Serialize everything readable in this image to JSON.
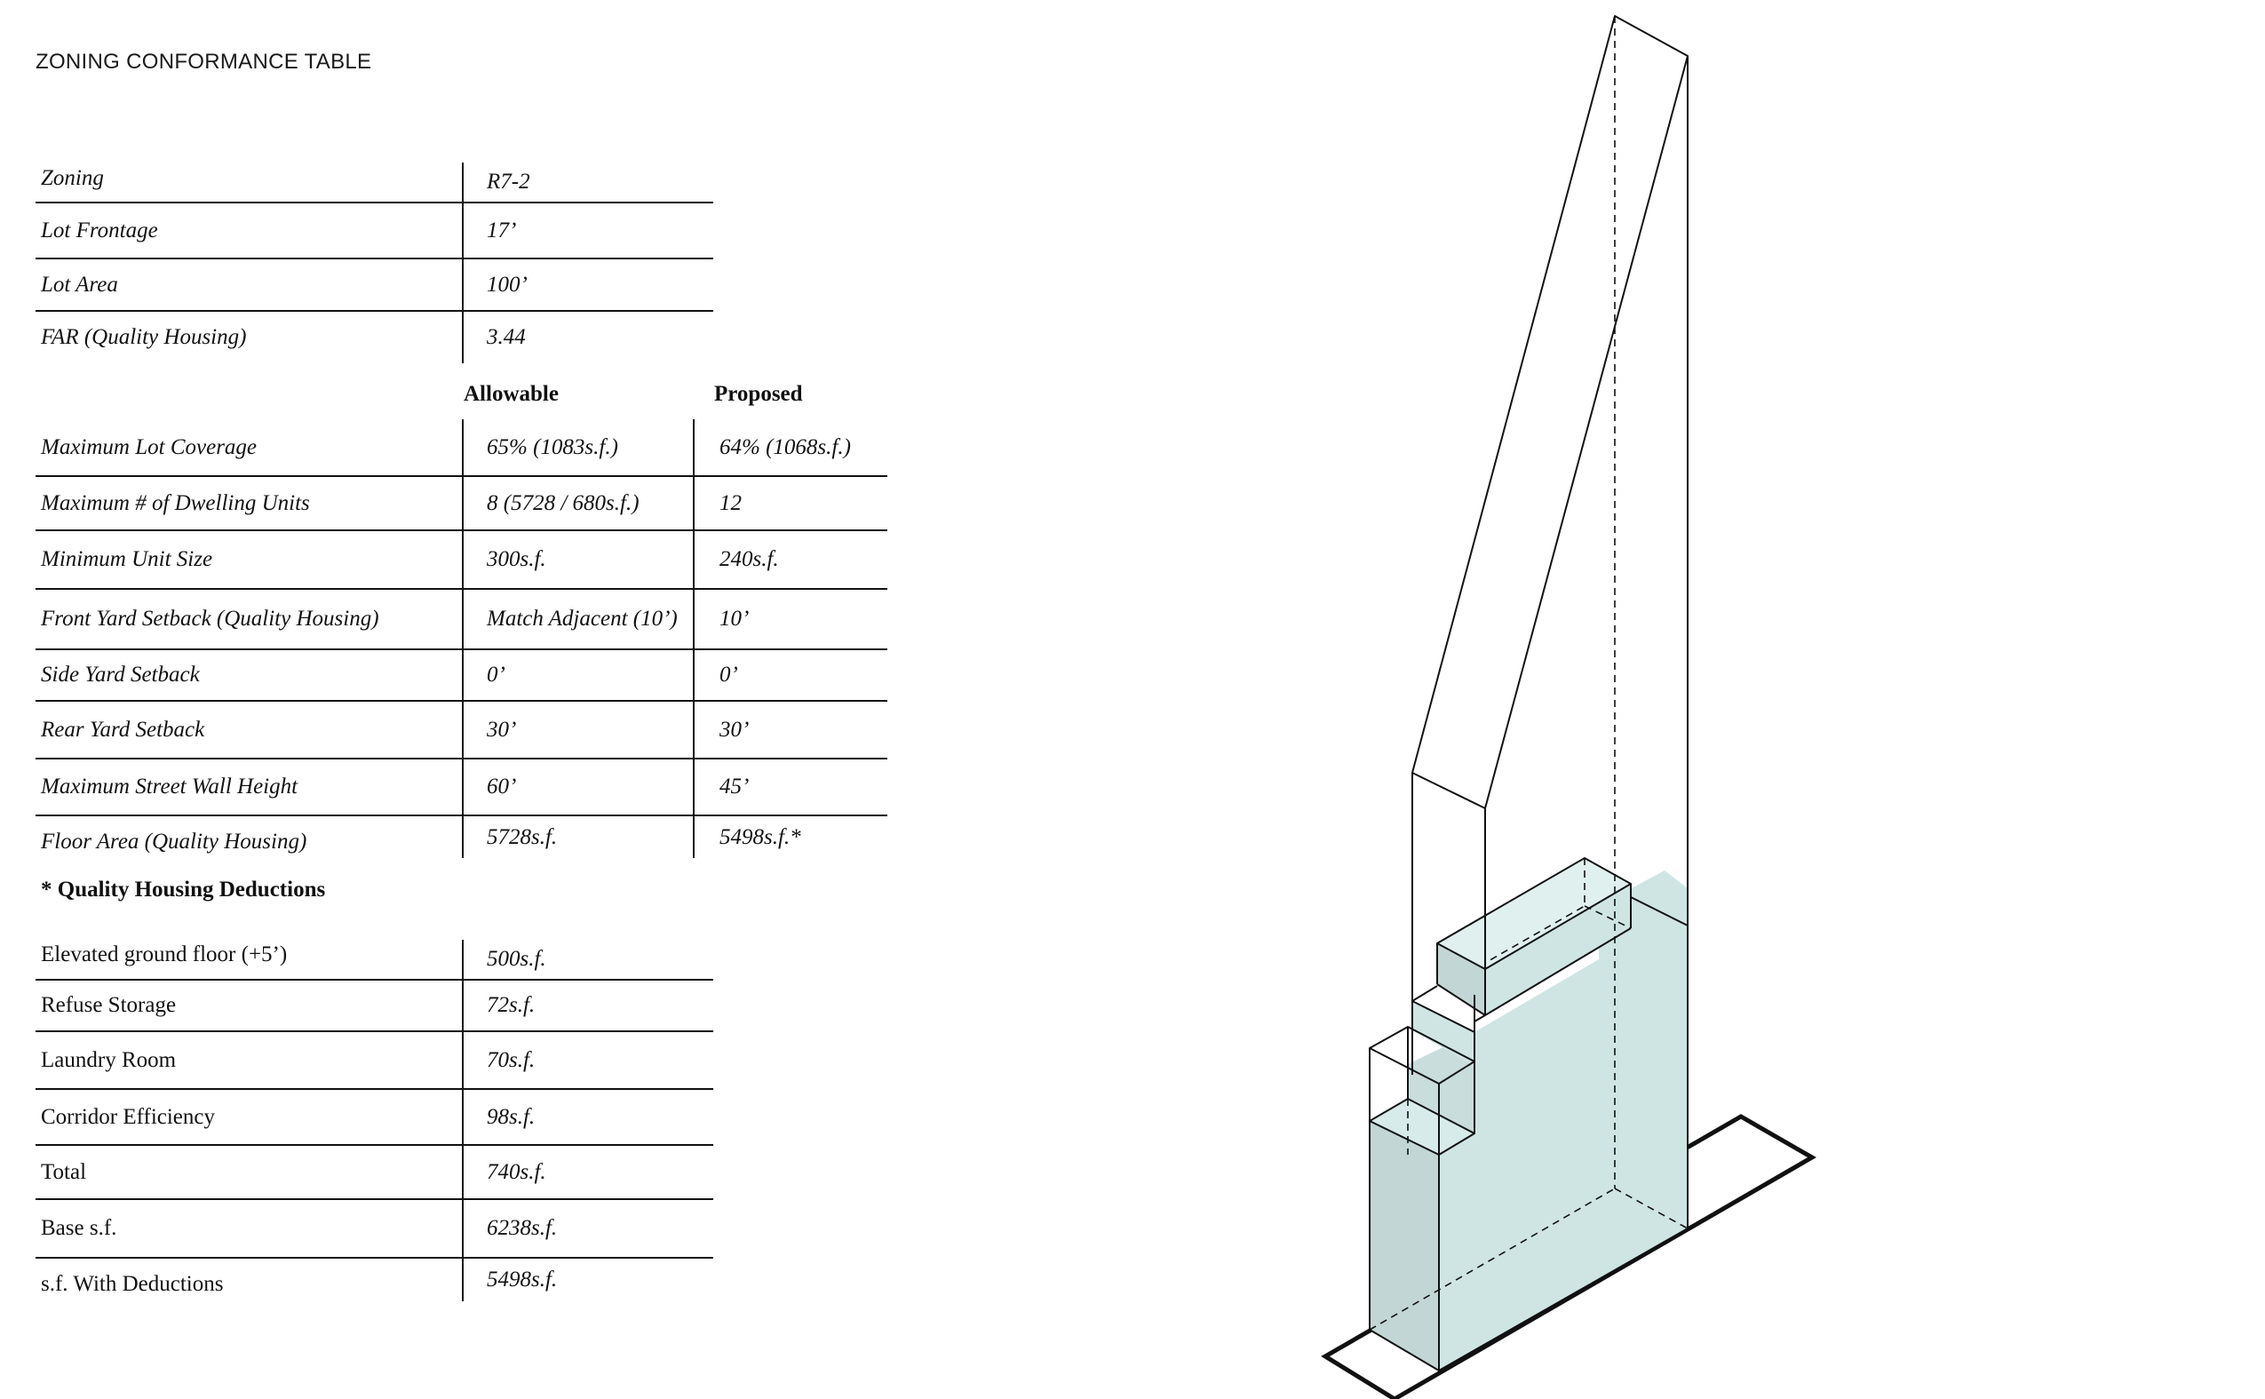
{
  "title": "ZONING CONFORMANCE TABLE",
  "zoning_table": [
    {
      "label": "Zoning",
      "value": "R7-2"
    },
    {
      "label": "Lot Frontage",
      "value": "17’"
    },
    {
      "label": "Lot Area",
      "value": "100’"
    },
    {
      "label": "FAR (Quality Housing)",
      "value": "3.44"
    }
  ],
  "compare_headers": {
    "allowable": "Allowable",
    "proposed": "Proposed"
  },
  "compare_table": [
    {
      "label": "Maximum Lot Coverage",
      "allowable": "65% (1083s.f.)",
      "proposed": "64% (1068s.f.)"
    },
    {
      "label": "Maximum # of Dwelling Units",
      "allowable": "8 (5728 / 680s.f.)",
      "proposed": "12"
    },
    {
      "label": "Minimum Unit Size",
      "allowable": "300s.f.",
      "proposed": "240s.f."
    },
    {
      "label": "Front Yard Setback (Quality Housing)",
      "allowable": "Match Adjacent (10’)",
      "proposed": "10’"
    },
    {
      "label": "Side Yard Setback",
      "allowable": "0’",
      "proposed": "0’"
    },
    {
      "label": "Rear Yard Setback",
      "allowable": "30’",
      "proposed": "30’"
    },
    {
      "label": "Maximum Street Wall Height",
      "allowable": "60’",
      "proposed": "45’"
    },
    {
      "label": "Floor Area (Quality Housing)",
      "allowable": "5728s.f.",
      "proposed": "5498s.f.*"
    }
  ],
  "deductions_title": "* Quality Housing Deductions",
  "deductions_table": [
    {
      "label": "Elevated ground floor (+5’)",
      "value": "500s.f."
    },
    {
      "label": "Refuse Storage",
      "value": "72s.f."
    },
    {
      "label": "Laundry Room",
      "value": "70s.f."
    },
    {
      "label": "Corridor Efficiency",
      "value": "98s.f."
    },
    {
      "label": "Total",
      "value": "740s.f."
    },
    {
      "label": "Base s.f.",
      "value": "6238s.f."
    },
    {
      "label": "s.f. With Deductions",
      "value": "5498s.f."
    }
  ],
  "colors": {
    "volume_fill": "#cfe5e4",
    "volume_side": "#c2d6d5",
    "line": "#111111"
  }
}
